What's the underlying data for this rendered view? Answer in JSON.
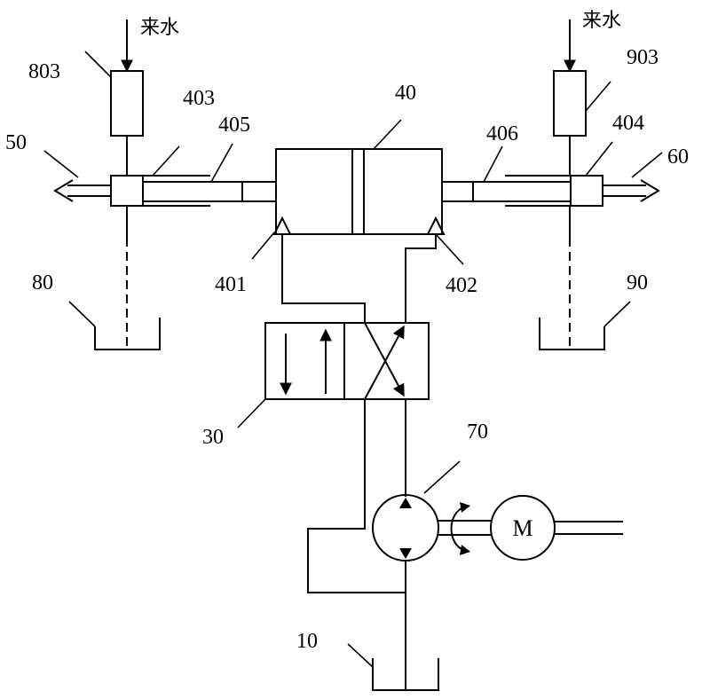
{
  "labels": {
    "water_left": "来水",
    "water_right": "来水",
    "n803": "803",
    "n903": "903",
    "n403": "403",
    "n404": "404",
    "n405": "405",
    "n406": "406",
    "n40": "40",
    "n50": "50",
    "n60": "60",
    "n401": "401",
    "n402": "402",
    "n80": "80",
    "n90": "90",
    "n30": "30",
    "n70": "70",
    "n10": "10",
    "motor": "M"
  }
}
